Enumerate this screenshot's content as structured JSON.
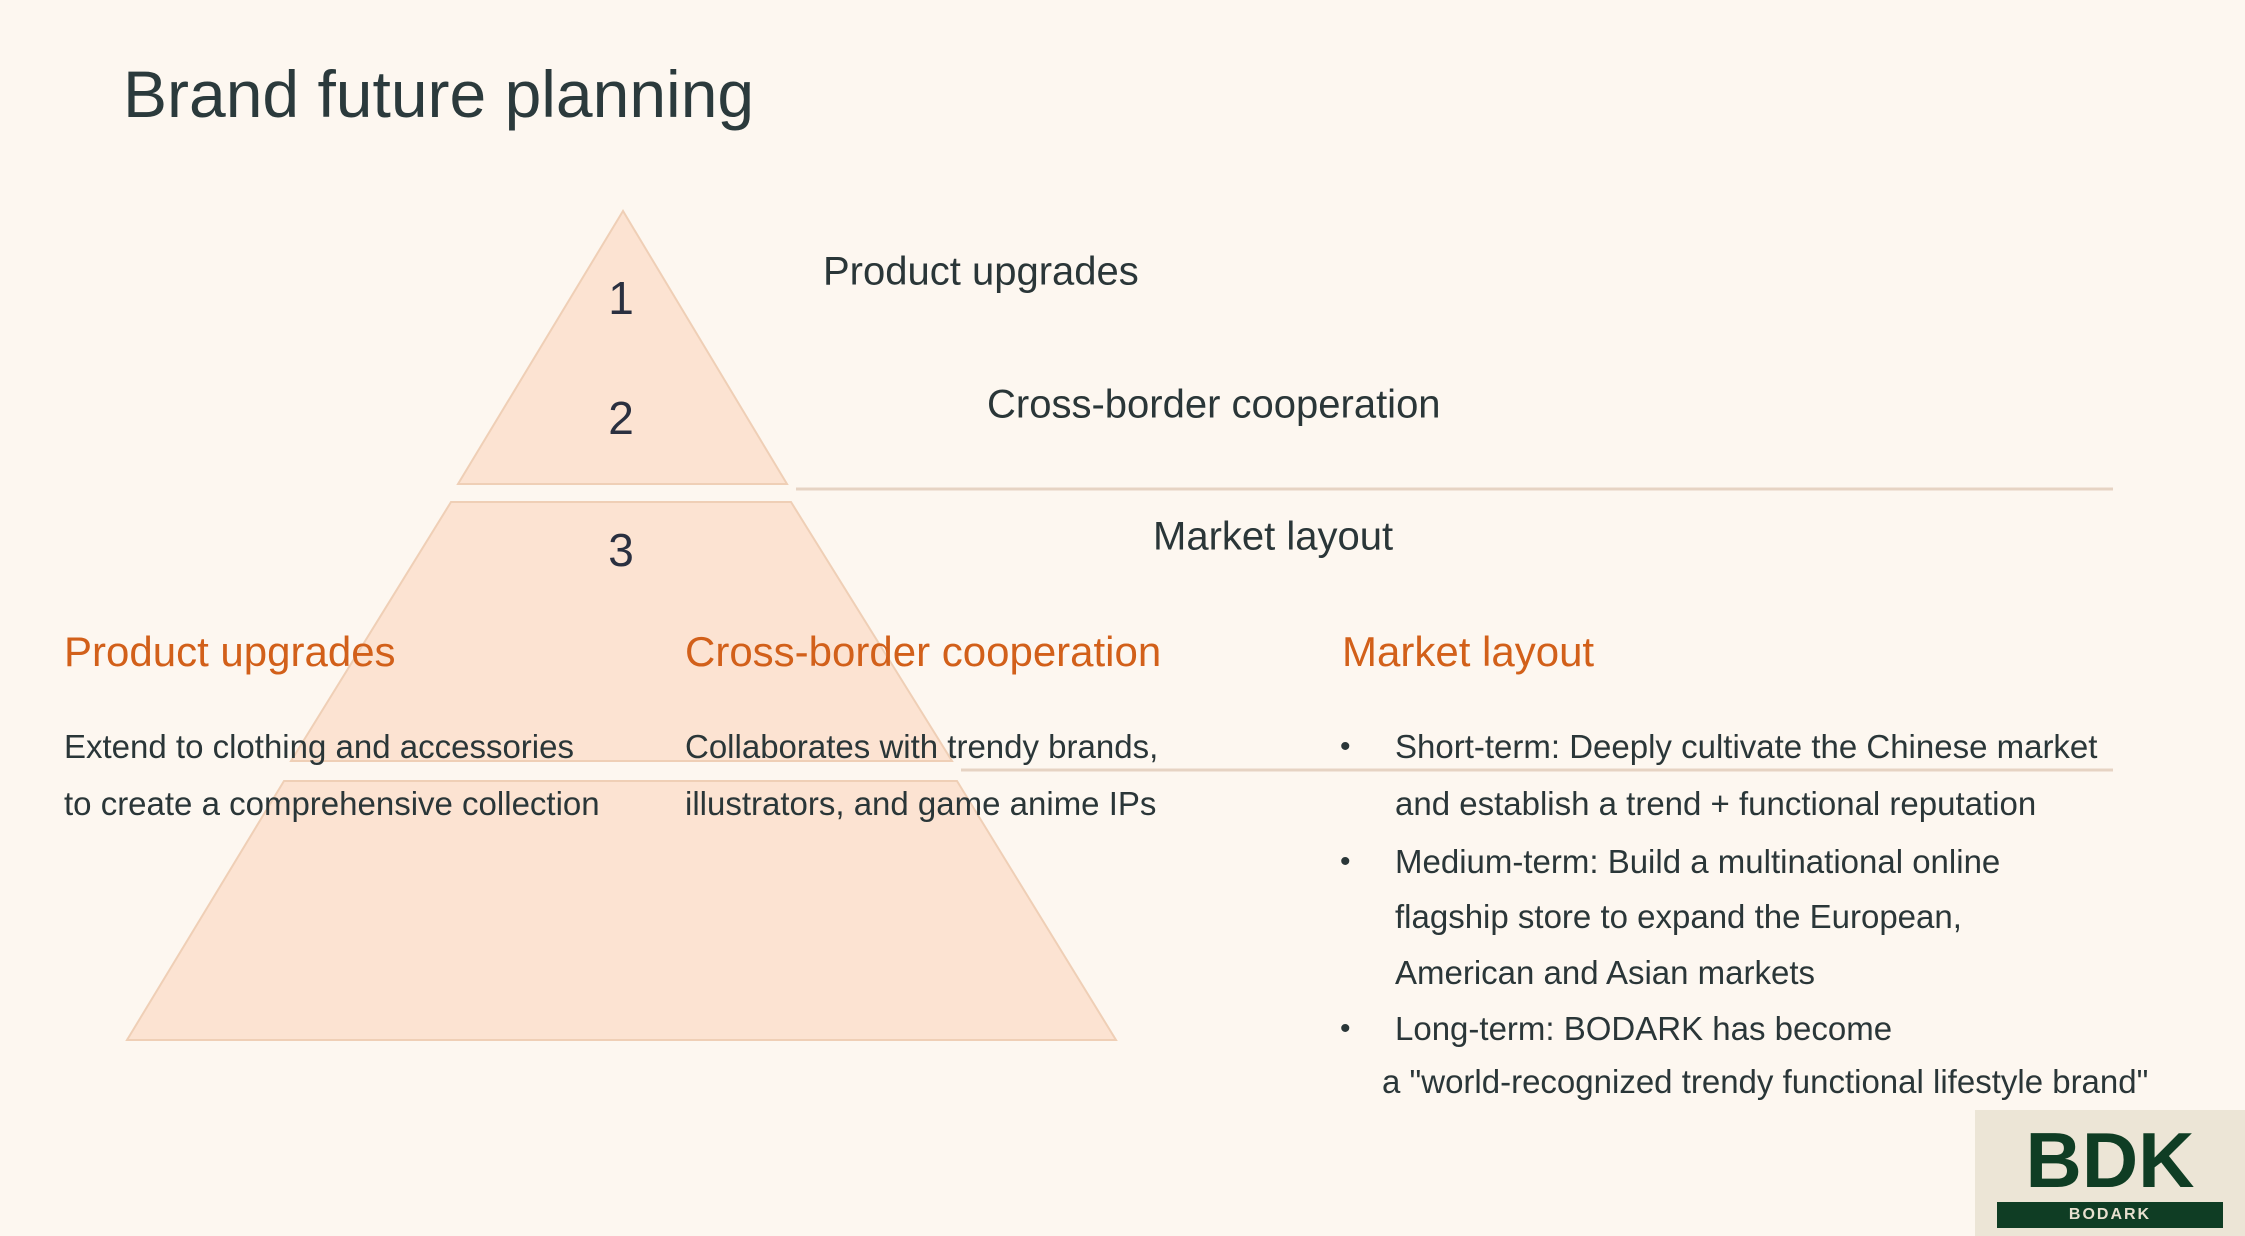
{
  "title": "Brand future planning",
  "pyramid": {
    "tiers": [
      {
        "number": "1",
        "label": "Product upgrades"
      },
      {
        "number": "2",
        "label": "Cross-border cooperation"
      },
      {
        "number": "3",
        "label": "Market layout"
      }
    ],
    "fill": "#fce3d2",
    "stroke": "#efcfb6"
  },
  "columns": [
    {
      "heading": "Product upgrades",
      "lines": [
        "Extend to clothing and accessories",
        "to create a comprehensive collection"
      ]
    },
    {
      "heading": "Cross-border cooperation",
      "lines": [
        "Collaborates with trendy brands,",
        "illustrators, and game anime IPs"
      ]
    },
    {
      "heading": "Market layout",
      "bullets": [
        {
          "lines": [
            "Short-term: Deeply cultivate the Chinese market",
            "and establish a trend + functional reputation"
          ]
        },
        {
          "lines": [
            "Medium-term: Build a multinational online",
            "flagship store to expand the European,",
            "American and Asian markets"
          ]
        },
        {
          "lines": [
            "Long-term: BODARK has become",
            "a \"world-recognized trendy functional lifestyle brand\""
          ]
        }
      ]
    }
  ],
  "logo": {
    "mark": "BDK",
    "name": "BODARK"
  },
  "colors": {
    "accent": "#d2601a",
    "logo_green": "#0f3d24"
  }
}
